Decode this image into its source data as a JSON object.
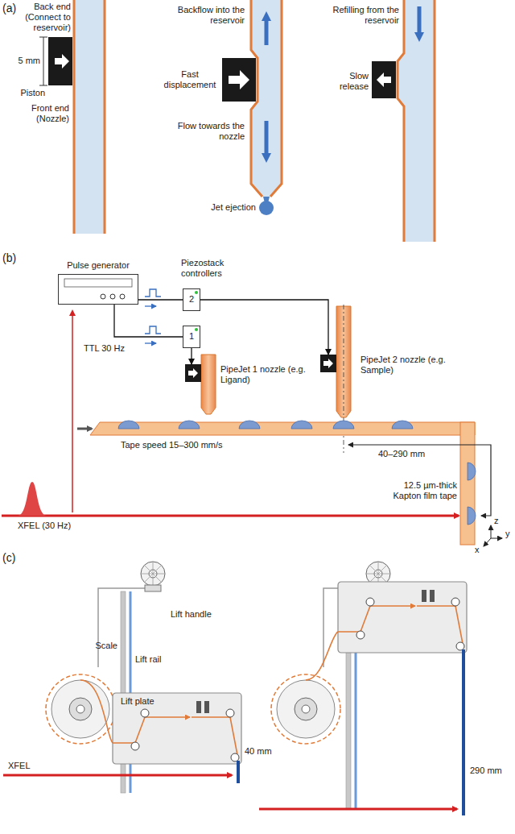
{
  "diagram": {
    "nodes": [
      {
        "text": [
          "Pulse generator"
        ]
      },
      {
        "text": [
          "2"
        ]
      },
      {
        "text": [
          "1"
        ]
      },
      {
        "text": [
          "PipeJet 1 nozzle (e.g. Ligand)"
        ]
      },
      {
        "text": [
          "PipeJet 2 nozzle (e.g. Sample)"
        ]
      }
    ],
    "edges": [
      {
        "from": 0,
        "to": 1,
        "arrow": "none"
      },
      {
        "from": 0,
        "to": 2,
        "arrow": "none"
      },
      {
        "from": 2,
        "to": 3,
        "arrow": "to"
      },
      {
        "from": 1,
        "to": 4,
        "arrow": "to"
      }
    ],
    "labels": [
      "(a)",
      "Back end (Connect to reservoir)",
      "5 mm",
      "Piston",
      "Front end (Nozzle)",
      "Backflow into the reservoir",
      "Fast displacement",
      "Flow towards the nozzle",
      "Jet ejection",
      "Refilling from the reservoir",
      "Slow release",
      "(b)",
      "Piezostack controllers",
      "TTL 30 Hz",
      "40–290 mm",
      "Tape speed 15–300 mm/s",
      "XFEL (30 Hz)",
      "12.5 µm-thick Kapton film tape",
      "z",
      "y",
      "x",
      "(c)",
      "Lift handle",
      "Scale",
      "Lift rail",
      "Lift plate",
      "XFEL",
      "40 mm",
      "290 mm"
    ]
  }
}
